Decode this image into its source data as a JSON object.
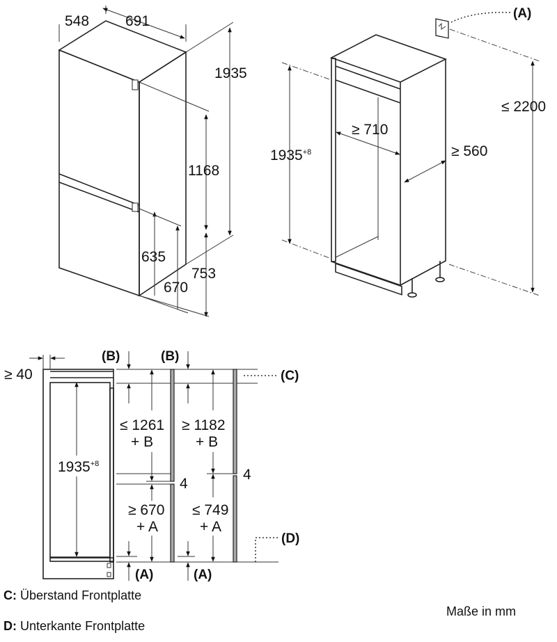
{
  "fridge": {
    "depth": "548",
    "width": "691",
    "height": "1935",
    "upper": "1168",
    "lower1": "635",
    "lower2": "670",
    "lower3": "753"
  },
  "cabinet": {
    "height_main": "1935",
    "height_tol": "+8",
    "depth": "≥ 710",
    "width": "≥ 560",
    "max_height": "≤ 2200",
    "marker_a": "(A)"
  },
  "install": {
    "min_gap": "≥ 40",
    "marker_b": "(B)",
    "marker_c": "(C)",
    "marker_d": "(D)",
    "marker_a": "(A)",
    "height_main": "1935",
    "height_tol": "+8",
    "col1_top": "≤ 1261",
    "col1_top_plus": "+ B",
    "col1_bottom": "≥ 670",
    "col1_bottom_plus": "+ A",
    "col2_top": "≥ 1182",
    "col2_top_plus": "+ B",
    "col2_bottom": "≤ 749",
    "col2_bottom_plus": "+ A",
    "gap": "4"
  },
  "legend": {
    "c_key": "C:",
    "c_text": "Überstand Frontplatte",
    "d_key": "D:",
    "d_text": "Unterkante Frontplatte",
    "units": "Maße in mm"
  }
}
